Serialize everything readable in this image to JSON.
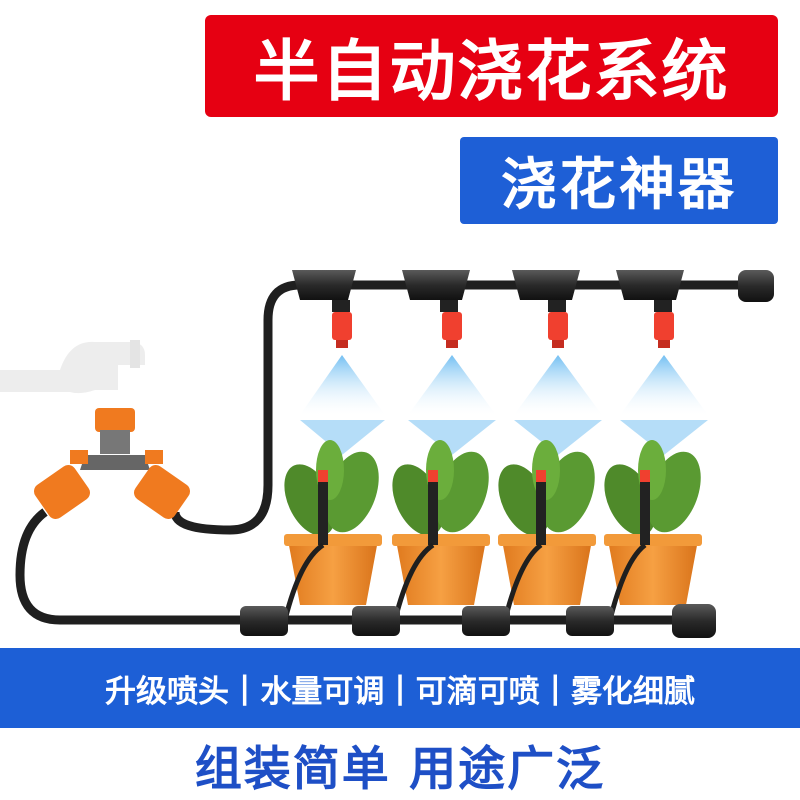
{
  "header": {
    "title": "半自动浇花系统",
    "subtitle": "浇花神器"
  },
  "features": [
    "升级喷头",
    "水量可调",
    "可滴可喷",
    "雾化细腻"
  ],
  "separator": "|",
  "summary": "组装简单  用途广泛",
  "colors": {
    "title_bg": "#e60012",
    "subtitle_bg": "#1e5fd6",
    "feature_bg": "#1d5fd6",
    "summary_text": "#1e4fc6",
    "nozzle": "#f0402f",
    "connector_orange": "#f07a1f",
    "pipe": "#1f1f1f"
  },
  "illustration": {
    "subject": "drip-irrigation-kit",
    "icons": [
      "faucet-icon",
      "y-splitter-icon",
      "mist-nozzle-icon",
      "potted-plant-icon",
      "drip-stake-icon"
    ]
  }
}
